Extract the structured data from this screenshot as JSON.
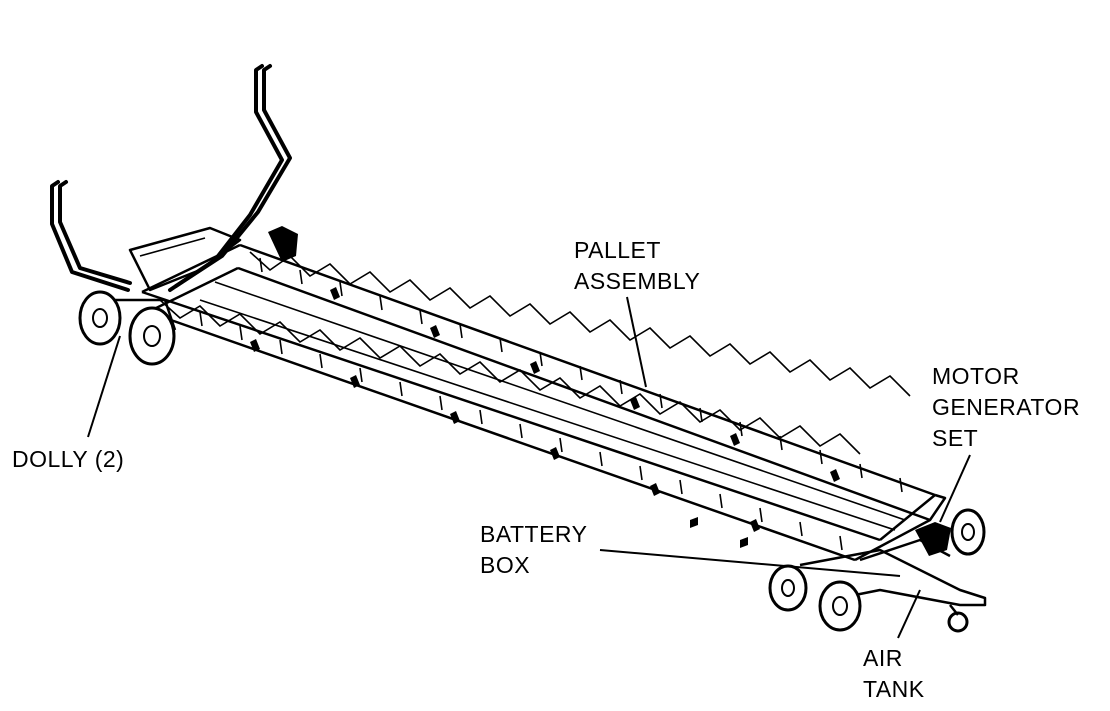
{
  "labels": {
    "pallet": [
      "PALLET",
      "ASSEMBLY"
    ],
    "motor": [
      "MOTOR",
      "GENERATOR",
      "SET"
    ],
    "dolly": "DOLLY (2)",
    "battery": [
      "BATTERY",
      "BOX"
    ],
    "air": [
      "AIR",
      "TANK"
    ]
  }
}
